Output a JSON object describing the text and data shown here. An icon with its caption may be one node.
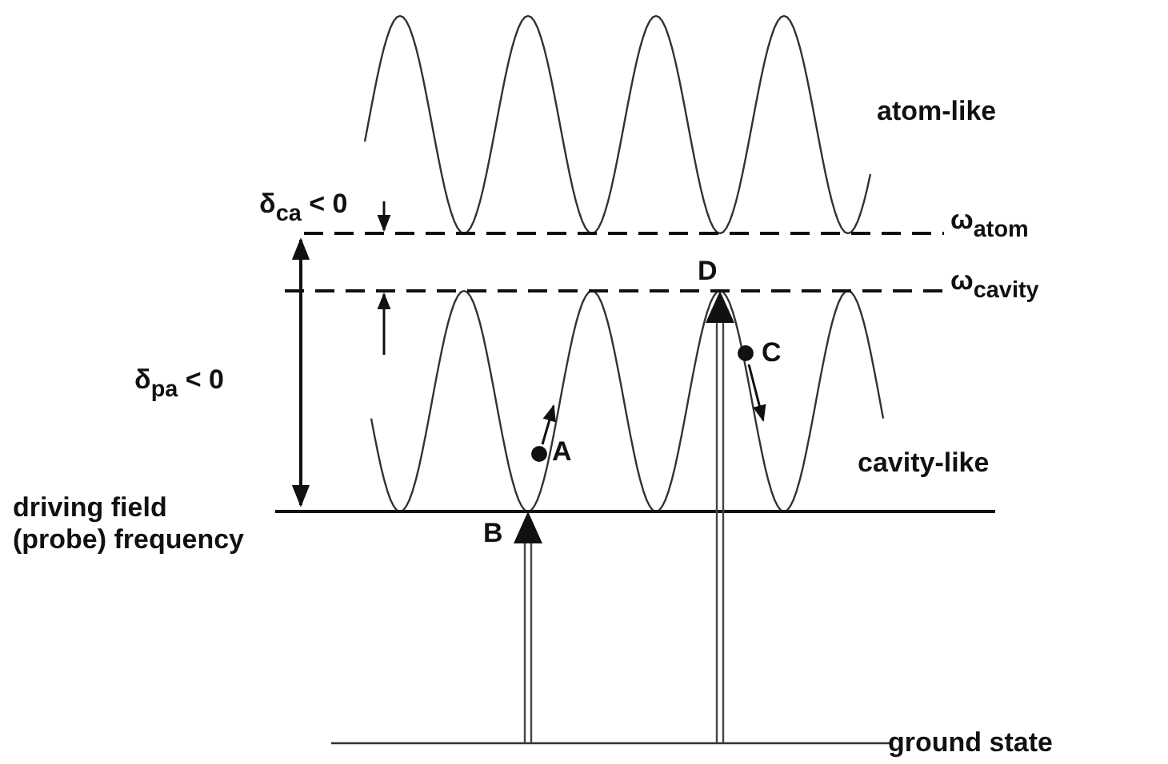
{
  "diagram": {
    "labels": [
      "atom-like",
      "δ$_{ca}$ < 0",
      "ω$_{atom}$",
      "D",
      "ω$_{cavity}$",
      "C",
      "δ$_{pa}$ < 0",
      "A",
      "cavity-like",
      "driving field (probe) frequency",
      "B",
      "ground state"
    ]
  }
}
